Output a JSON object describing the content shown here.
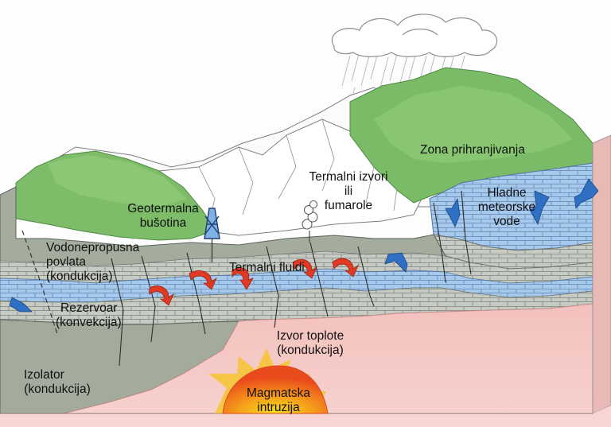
{
  "labels": {
    "zona_prihranjivanja": "Zona prihranjivanja",
    "termalni_izvori_1": "Termalni izvori",
    "termalni_izvori_2": "ili",
    "termalni_izvori_3": "fumarole",
    "geotermalna_1": "Geotermalna",
    "geotermalna_2": "bušotina",
    "hladne_1": "Hladne",
    "hladne_2": "meteorske",
    "hladne_3": "vode",
    "vodonepropusna_1": "Vodonepropusna",
    "vodonepropusna_2": "povlata",
    "vodonepropusna_3": "(kondukcija)",
    "termalni_fluidi": "Termalni fluidi",
    "rezervoar_1": "Rezervoar",
    "rezervoar_2": "(konvekcija)",
    "izvor_toplote_1": "Izvor toplote",
    "izvor_toplote_2": "(kondukcija)",
    "izolator_1": "Izolator",
    "izolator_2": "(kondukcija)",
    "magmatska_1": "Magmatska",
    "magmatska_2": "intruzija"
  },
  "colors": {
    "mountain_green": "#74b862",
    "crust_pink": "#f5c3c0",
    "insulator_gray": "#a3ab9c",
    "reservoir_blue": "#9cc3ea",
    "brick_gray": "#c5c9c3",
    "cold_water_arrow": "#2f6fc4",
    "thermal_arrow": "#e23a24",
    "magma_core": "#f7e01e"
  }
}
